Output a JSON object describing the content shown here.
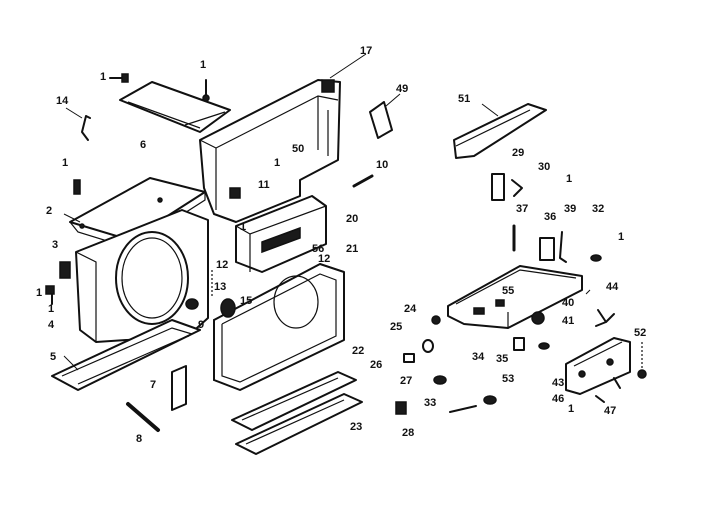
{
  "callouts": {
    "c1a": "1",
    "c1b": "1",
    "c1c": "1",
    "c1d": "1",
    "c1e": "1",
    "c1f": "1",
    "c1g": "1",
    "c1h": "1",
    "c1i": "1",
    "c1j": "1",
    "c2": "2",
    "c3": "3",
    "c4": "4",
    "c5": "5",
    "c6": "6",
    "c7": "7",
    "c8": "8",
    "c9": "9",
    "c10": "10",
    "c11": "11",
    "c12a": "12",
    "c12b": "12",
    "c13": "13",
    "c14": "14",
    "c15": "15",
    "c17": "17",
    "c20": "20",
    "c21": "21",
    "c22": "22",
    "c23": "23",
    "c24": "24",
    "c25": "25",
    "c26": "26",
    "c27": "27",
    "c28": "28",
    "c29": "29",
    "c30": "30",
    "c32": "32",
    "c33": "33",
    "c34": "34",
    "c35": "35",
    "c36": "36",
    "c37": "37",
    "c39": "39",
    "c40": "40",
    "c41": "41",
    "c43": "43",
    "c44": "44",
    "c46": "46",
    "c47": "47",
    "c49": "49",
    "c50": "50",
    "c51": "51",
    "c52": "52",
    "c53": "53",
    "c55": "55",
    "c56": "56"
  }
}
